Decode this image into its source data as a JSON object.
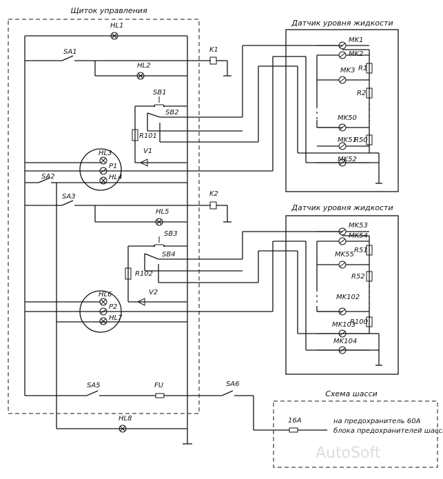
{
  "titles": {
    "panel": "Щиток управления",
    "sensor1": "Датчик уровня жидкости",
    "sensor2": "Датчик уровня жидкости",
    "chassis": "Схема шасси"
  },
  "labels": {
    "HL1": "HL1",
    "HL2": "HL2",
    "HL3": "HL3",
    "HL4": "HL4",
    "HL5": "HL5",
    "HL6": "HL6",
    "HL7": "HL7",
    "HL8": "HL8",
    "SA1": "SA1",
    "SA2": "SA2",
    "SA3": "SA3",
    "SA5": "SA5",
    "SA6": "SA6",
    "SB1": "SB1",
    "SB2": "SB2",
    "SB3": "SB3",
    "SB4": "SB4",
    "R101": "R101",
    "R102": "R102",
    "V1": "V1",
    "V2": "V2",
    "P1": "P1",
    "P2": "P2",
    "K1": "K1",
    "K2": "K2",
    "FU": "FU"
  },
  "sensor1": {
    "contacts": [
      "MK1",
      "MK2",
      "MK3",
      "MK50",
      "MK51",
      "MK52"
    ],
    "resistors": [
      "R1",
      "R2",
      "R50"
    ]
  },
  "sensor2": {
    "contacts": [
      "MK53",
      "MK54",
      "MK55",
      "MK102",
      "MK103",
      "MK104"
    ],
    "resistors": [
      "R51",
      "R52",
      "R100"
    ]
  },
  "chassis": {
    "fuse": "16A",
    "note_line1": "на предохранитель 60А",
    "note_line2": "блока предохранителей шасси"
  },
  "watermark": "AutoSoft"
}
